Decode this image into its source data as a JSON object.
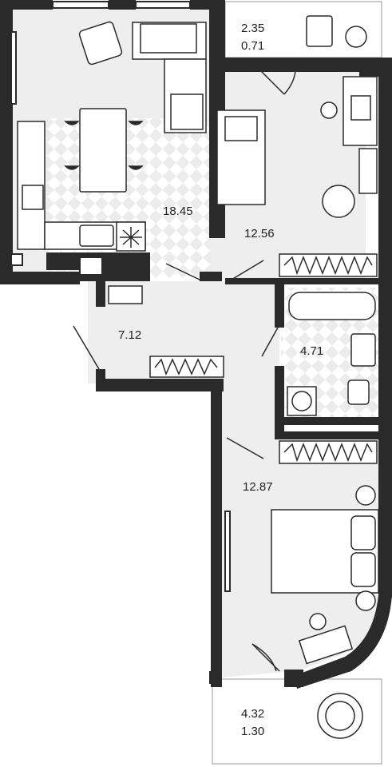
{
  "plan": {
    "rooms": [
      {
        "id": "balcony-top",
        "area": "2.35",
        "secondary_area": "0.71"
      },
      {
        "id": "kitchen-living",
        "area": "18.45"
      },
      {
        "id": "bedroom-1",
        "area": "12.56"
      },
      {
        "id": "hallway",
        "area": "7.12"
      },
      {
        "id": "bathroom",
        "area": "4.71"
      },
      {
        "id": "bedroom-2",
        "area": "12.87"
      },
      {
        "id": "balcony-bottom",
        "area": "4.32",
        "secondary_area": "1.30"
      }
    ],
    "colors": {
      "wall": "#2a2a2a",
      "floor": "#eeeeee",
      "tile": "#ffffff",
      "balcony_floor": "#ffffff",
      "furniture_stroke": "#2a2a2a"
    }
  }
}
